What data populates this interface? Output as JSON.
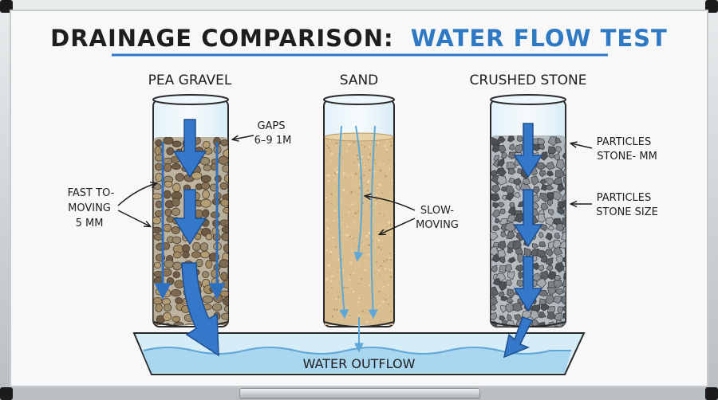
{
  "title": {
    "part1": "DRAINAGE COMPARISON:",
    "part2": "WATER FLOW TEST"
  },
  "columns": [
    {
      "name": "PEA GRAVEL"
    },
    {
      "name": "SAND"
    },
    {
      "name": "CRUSHED STONE"
    }
  ],
  "annotations": {
    "gravel_gaps": [
      "GAPS",
      "6–9 1M"
    ],
    "gravel_fast": [
      "FAST TO-",
      "MOVING",
      "5 MM"
    ],
    "sand_slow": [
      "SLOW-",
      "MOVING"
    ],
    "stone_particles_1": [
      "PARTICLES",
      "STONE- MM"
    ],
    "stone_particles_2": [
      "PARTICLES",
      "STONE  SIZE"
    ]
  },
  "basin": {
    "label": "WATER OUTFLOW"
  },
  "colors": {
    "title_dark": "#1e1e1e",
    "title_accent": "#2f78c4",
    "water_arrow": "#2f6fc0",
    "water_light": "#bfe0f3",
    "sand": "#d9be8f",
    "gravel": "#8a7355",
    "stone": "#6e7073"
  }
}
